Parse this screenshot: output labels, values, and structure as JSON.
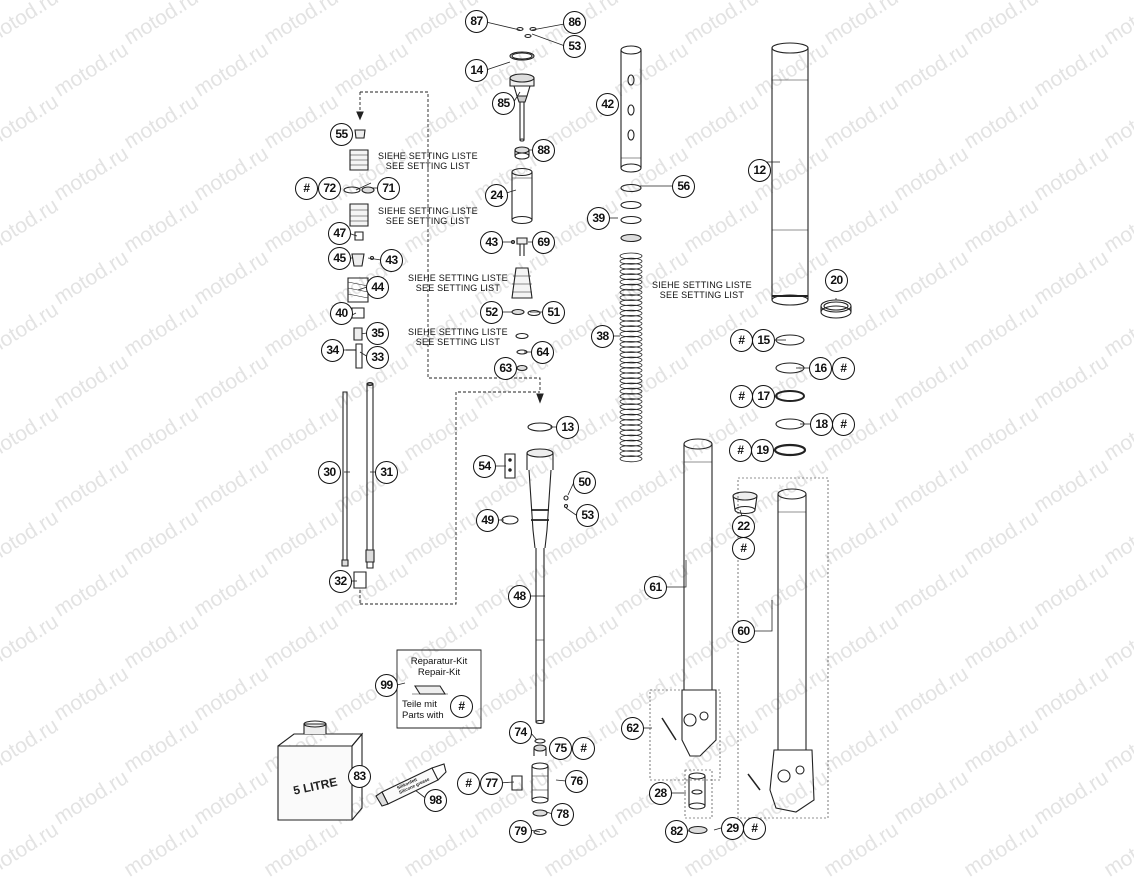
{
  "watermark": "motod.ru",
  "callouts": {
    "c87": "87",
    "c86": "86",
    "c53a": "53",
    "c14": "14",
    "c85": "85",
    "c88": "88",
    "c24": "24",
    "c43a": "43",
    "c69": "69",
    "c52": "52",
    "c51": "51",
    "c64": "64",
    "c63": "63",
    "c55": "55",
    "c72": "72",
    "c71": "71",
    "c47": "47",
    "c45": "45",
    "c43b": "43",
    "c44": "44",
    "c40": "40",
    "c35": "35",
    "c34": "34",
    "c33": "33",
    "c30": "30",
    "c31": "31",
    "c32": "32",
    "c42": "42",
    "c56": "56",
    "c39": "39",
    "c38": "38",
    "c12": "12",
    "c20": "20",
    "c15": "15",
    "c16": "16",
    "c17": "17",
    "c18": "18",
    "c19": "19",
    "c13": "13",
    "c54": "54",
    "c50": "50",
    "c49": "49",
    "c53b": "53",
    "c48": "48",
    "c22": "22",
    "c61": "61",
    "c60": "60",
    "c62": "62",
    "c99": "99",
    "c83": "83",
    "c98": "98",
    "c74": "74",
    "c75": "75",
    "c77": "77",
    "c76": "76",
    "c78": "78",
    "c79": "79",
    "c28": "28",
    "c82": "82",
    "c29": "29"
  },
  "hash_symbol": "#",
  "setting_notes": {
    "note1_de": "SIEHE SETTING LISTE",
    "note1_en": "SEE SETTING LIST",
    "note2_de": "SIEHE SETTING LISTE",
    "note2_en": "SEE SETTING LIST",
    "note3_de": "SIEHE SETTING LISTE",
    "note3_en": "SEE SETTING LIST",
    "note4_de": "SIEHE SETTING LISTE",
    "note4_en": "SEE SETTING LIST",
    "note5_de": "SIEHE SETTING LISTE",
    "note5_en": "SEE SETTING LIST"
  },
  "repair_kit": {
    "line1": "Reparatur-Kit",
    "line2": "Repair-Kit",
    "line3": "Teile mit",
    "line4": "Parts with"
  },
  "oil_can_label": "5 LITRE",
  "grease_tube_label": "Silikonfett Silicone grease"
}
